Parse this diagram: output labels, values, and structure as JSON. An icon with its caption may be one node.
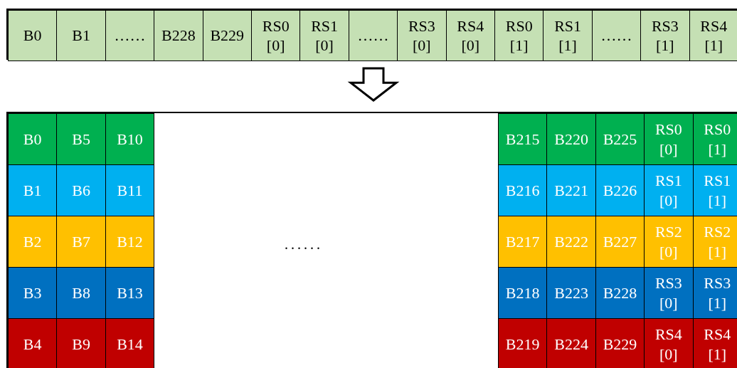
{
  "diagram": {
    "nodes": [
      {
        "text": [],
        "shape": "bar"
      },
      {
        "text": [
          "B0"
        ],
        "in": 0
      },
      {
        "text": [
          "B1"
        ],
        "in": 0
      },
      {
        "text": [
          "……"
        ],
        "in": 0
      },
      {
        "text": [
          "B228"
        ],
        "in": 0
      },
      {
        "text": [
          "B229"
        ],
        "in": 0
      },
      {
        "text": [
          "RS0 [0]"
        ],
        "in": 0
      },
      {
        "text": [
          "RS1 [0]"
        ],
        "in": 0
      },
      {
        "text": [
          "……"
        ],
        "in": 0
      },
      {
        "text": [
          "RS3 [0]"
        ],
        "in": 0
      },
      {
        "text": [
          "RS4 [0]"
        ],
        "in": 0
      },
      {
        "text": [
          "RS0 [1]"
        ],
        "in": 0
      },
      {
        "text": [
          "RS1 [1]"
        ],
        "in": 0
      },
      {
        "text": [
          "……"
        ],
        "in": 0
      },
      {
        "text": [
          "RS3 [1]"
        ],
        "in": 0
      },
      {
        "text": [
          "RS4 [1]"
        ],
        "in": 0
      },
      {
        "text": [],
        "shape": "box"
      },
      {
        "text": [
          "B0"
        ],
        "in": 16
      },
      {
        "text": [
          "B5"
        ],
        "in": 16
      },
      {
        "text": [
          "B10"
        ],
        "in": 16
      },
      {
        "text": [
          "B215"
        ],
        "in": 16
      },
      {
        "text": [
          "B220"
        ],
        "in": 16
      },
      {
        "text": [
          "B225"
        ],
        "in": 16
      },
      {
        "text": [
          "RS0 [0]"
        ],
        "in": 16
      },
      {
        "text": [
          "RS0 [1]"
        ],
        "in": 16
      },
      {
        "text": [
          "B1"
        ],
        "in": 16
      },
      {
        "text": [
          "B6"
        ],
        "in": 16
      },
      {
        "text": [
          "B11"
        ],
        "in": 16
      },
      {
        "text": [
          "B216"
        ],
        "in": 16
      },
      {
        "text": [
          "B221"
        ],
        "in": 16
      },
      {
        "text": [
          "B226"
        ],
        "in": 16
      },
      {
        "text": [
          "RS1 [0]"
        ],
        "in": 16
      },
      {
        "text": [
          "RS1 [1]"
        ],
        "in": 16
      },
      {
        "text": [
          "B2"
        ],
        "in": 16
      },
      {
        "text": [
          "B7"
        ],
        "in": 16
      },
      {
        "text": [
          "B12"
        ],
        "in": 16
      },
      {
        "text": [
          "B217"
        ],
        "in": 16
      },
      {
        "text": [
          "B222"
        ],
        "in": 16
      },
      {
        "text": [
          "B227"
        ],
        "in": 16
      },
      {
        "text": [
          "RS2 [0]"
        ],
        "in": 16
      },
      {
        "text": [
          "RS2 [1]"
        ],
        "in": 16
      },
      {
        "text": [
          "B3"
        ],
        "in": 16
      },
      {
        "text": [
          "B8"
        ],
        "in": 16
      },
      {
        "text": [
          "B13"
        ],
        "in": 16
      },
      {
        "text": [
          "B218"
        ],
        "in": 16
      },
      {
        "text": [
          "B223"
        ],
        "in": 16
      },
      {
        "text": [
          "B228"
        ],
        "in": 16
      },
      {
        "text": [
          "RS3 [0]"
        ],
        "in": 16
      },
      {
        "text": [
          "RS3 [1]"
        ],
        "in": 16
      },
      {
        "text": [
          "B4"
        ],
        "in": 16
      },
      {
        "text": [
          "B9"
        ],
        "in": 16
      },
      {
        "text": [
          "B14"
        ],
        "in": 16
      },
      {
        "text": [
          "B219"
        ],
        "in": 16
      },
      {
        "text": [
          "B224"
        ],
        "in": 16
      },
      {
        "text": [
          "B229"
        ],
        "in": 16
      },
      {
        "text": [
          "RS4 [0]"
        ],
        "in": 16
      },
      {
        "text": [
          "RS4 [1]"
        ],
        "in": 16
      }
    ],
    "edges": [
      {
        "from": 0,
        "to": 16,
        "arrow": "to"
      }
    ],
    "labels": [
      "......"
    ]
  }
}
